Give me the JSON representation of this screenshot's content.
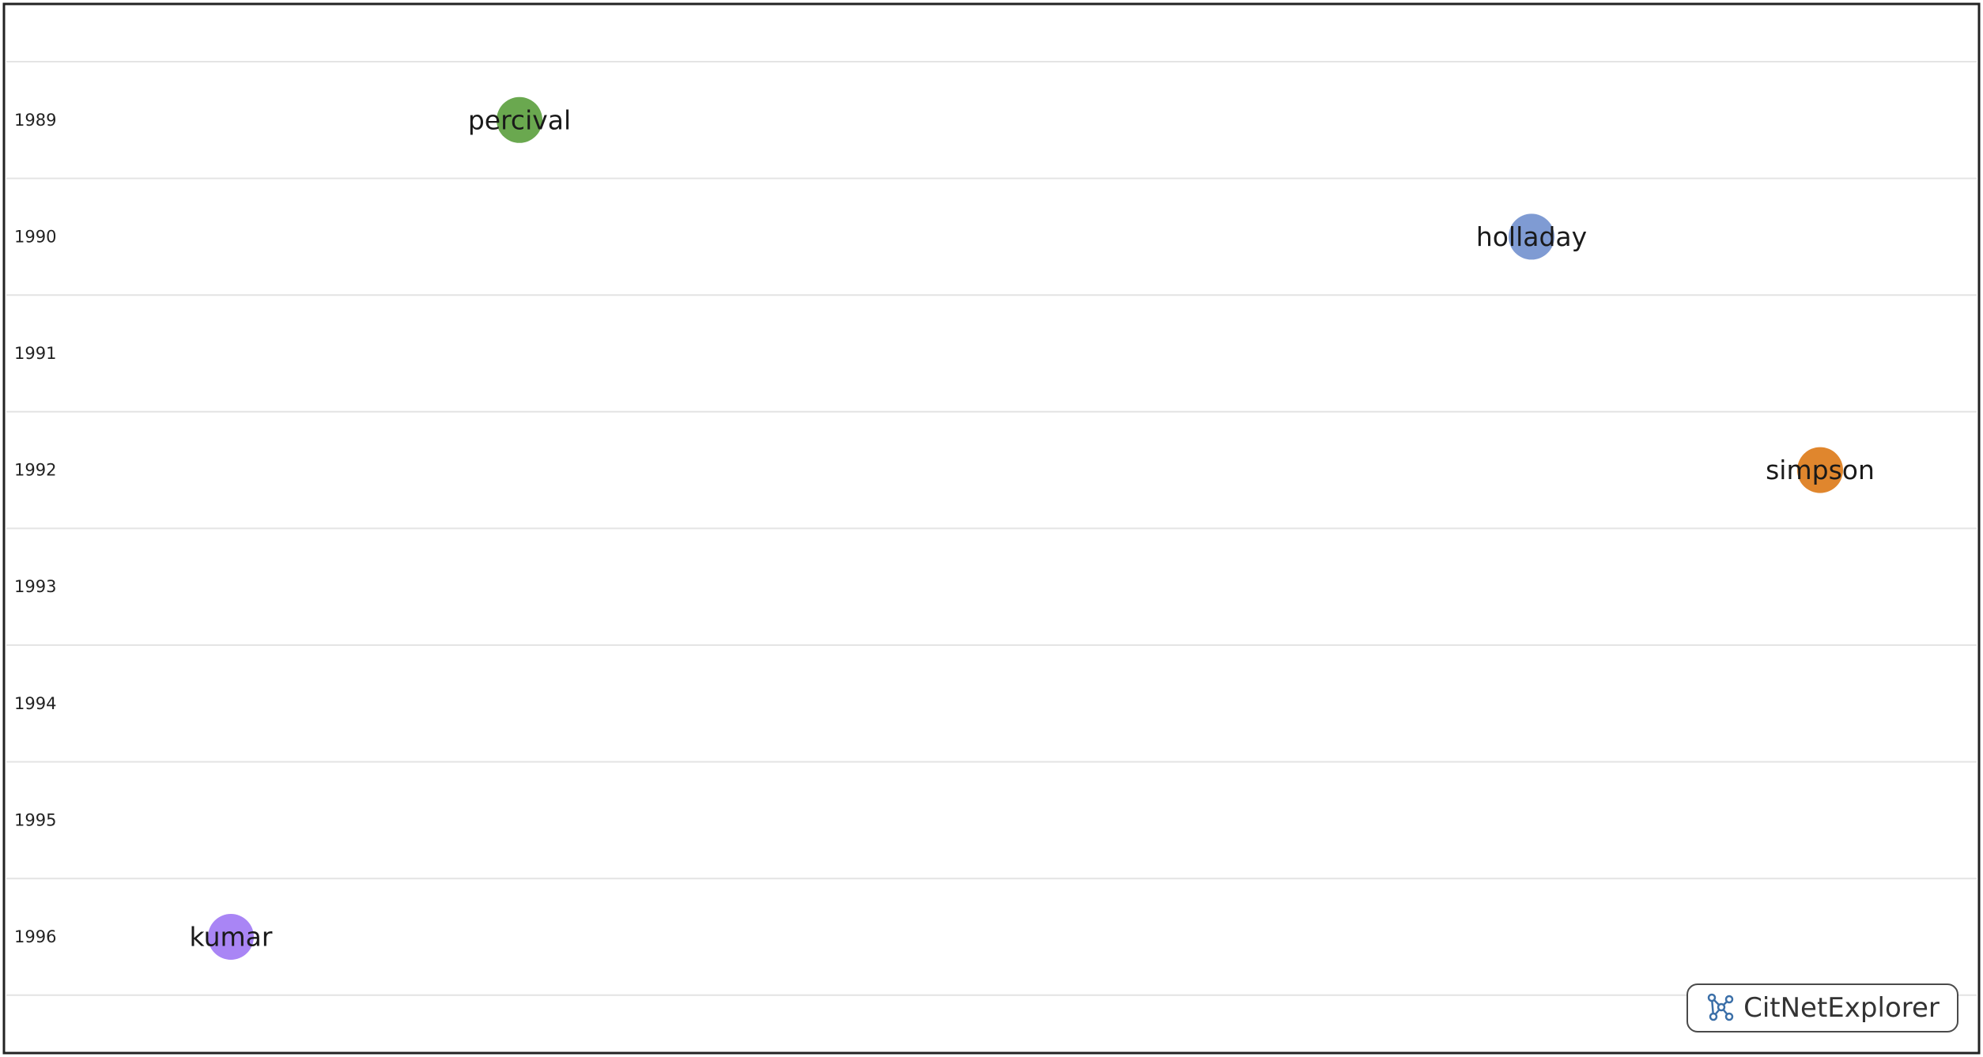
{
  "timeline": {
    "years": [
      "1989",
      "1990",
      "1991",
      "1992",
      "1993",
      "1994",
      "1995",
      "1996"
    ],
    "publications": [
      {
        "label": "percival",
        "year": "1989",
        "color": "#6aa84f"
      },
      {
        "label": "holladay",
        "year": "1990",
        "color": "#7f9bd3"
      },
      {
        "label": "simpson",
        "year": "1992",
        "color": "#e0862d"
      },
      {
        "label": "kumar",
        "year": "1996",
        "color": "#a985f5"
      }
    ]
  },
  "brand": {
    "name": "CitNetExplorer",
    "logo_icon": "network-nodes-icon",
    "logo_color": "#3b6fa8"
  }
}
